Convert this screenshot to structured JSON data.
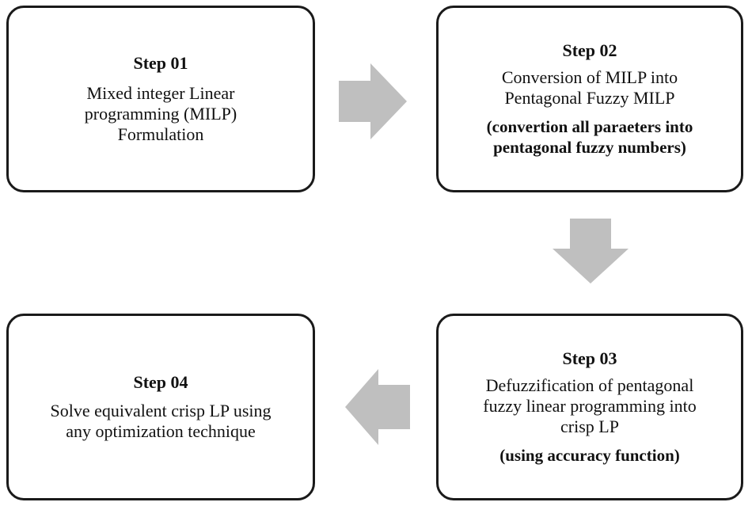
{
  "steps": [
    {
      "title": "Step 01",
      "lines": [
        "Mixed integer Linear",
        "programming (MILP)",
        "Formulation"
      ]
    },
    {
      "title": "Step 02",
      "lines": [
        "Conversion of MILP into",
        "Pentagonal Fuzzy MILP"
      ],
      "note_lines": [
        "(convertion all paraeters into",
        "pentagonal fuzzy  numbers)"
      ]
    },
    {
      "title": "Step 03",
      "lines": [
        "Defuzzification of pentagonal",
        "fuzzy linear programming into",
        "crisp LP"
      ],
      "note_lines": [
        "(using accuracy function)"
      ]
    },
    {
      "title": "Step 04",
      "lines": [
        "Solve equivalent  crisp LP using",
        "any optimization technique"
      ]
    }
  ],
  "colors": {
    "border": "#1a1a1a",
    "arrow": "#bfbfbf"
  }
}
